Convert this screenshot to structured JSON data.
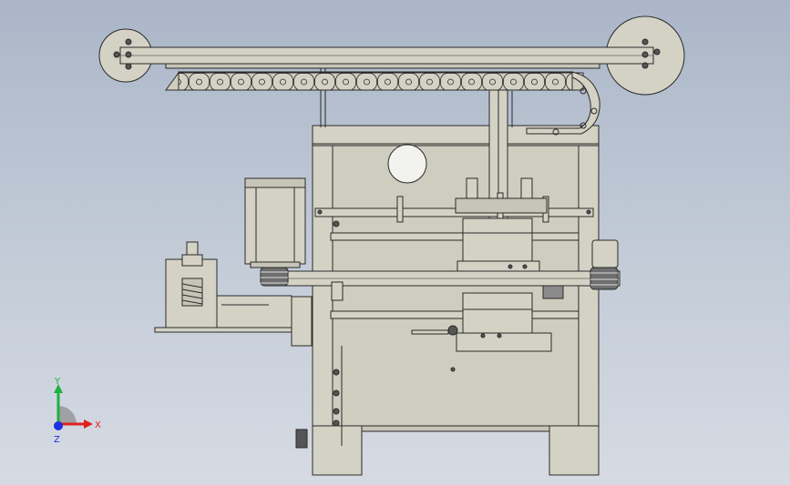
{
  "viewport": {
    "background_top": "#aab6c8",
    "background_bottom": "#d6dbe3"
  },
  "model": {
    "body_color": "#d4d2c4",
    "edge_color": "#2a2a2a",
    "shadow_color": "#b9b7aa",
    "dark_part_color": "#6e6e6e"
  },
  "triad": {
    "x_label": "X",
    "y_label": "Y",
    "z_label": "Z",
    "x_color": "#e02020",
    "y_color": "#20b040",
    "z_color": "#2030e0"
  }
}
